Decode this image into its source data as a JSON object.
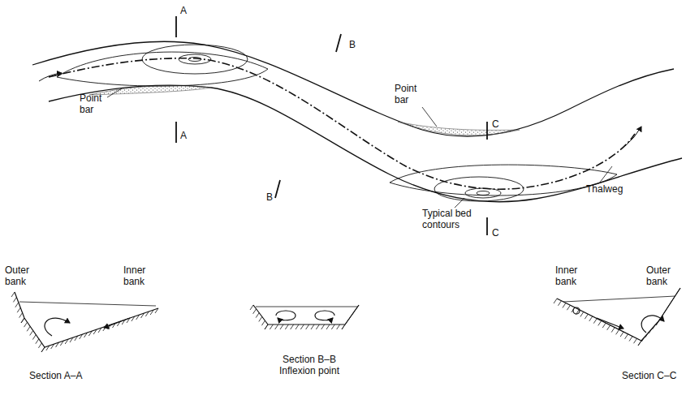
{
  "diagram": {
    "labels": [
      "A",
      "A",
      "B",
      "Point bar",
      "B",
      "C",
      "Point bar",
      "Typical bed contours",
      "Thalweg",
      "C",
      "Outer bank",
      "Inner bank",
      "Section A–A",
      "Section B–B Inflexion point",
      "Inner bank",
      "Outer bank",
      "Section C–C"
    ]
  }
}
